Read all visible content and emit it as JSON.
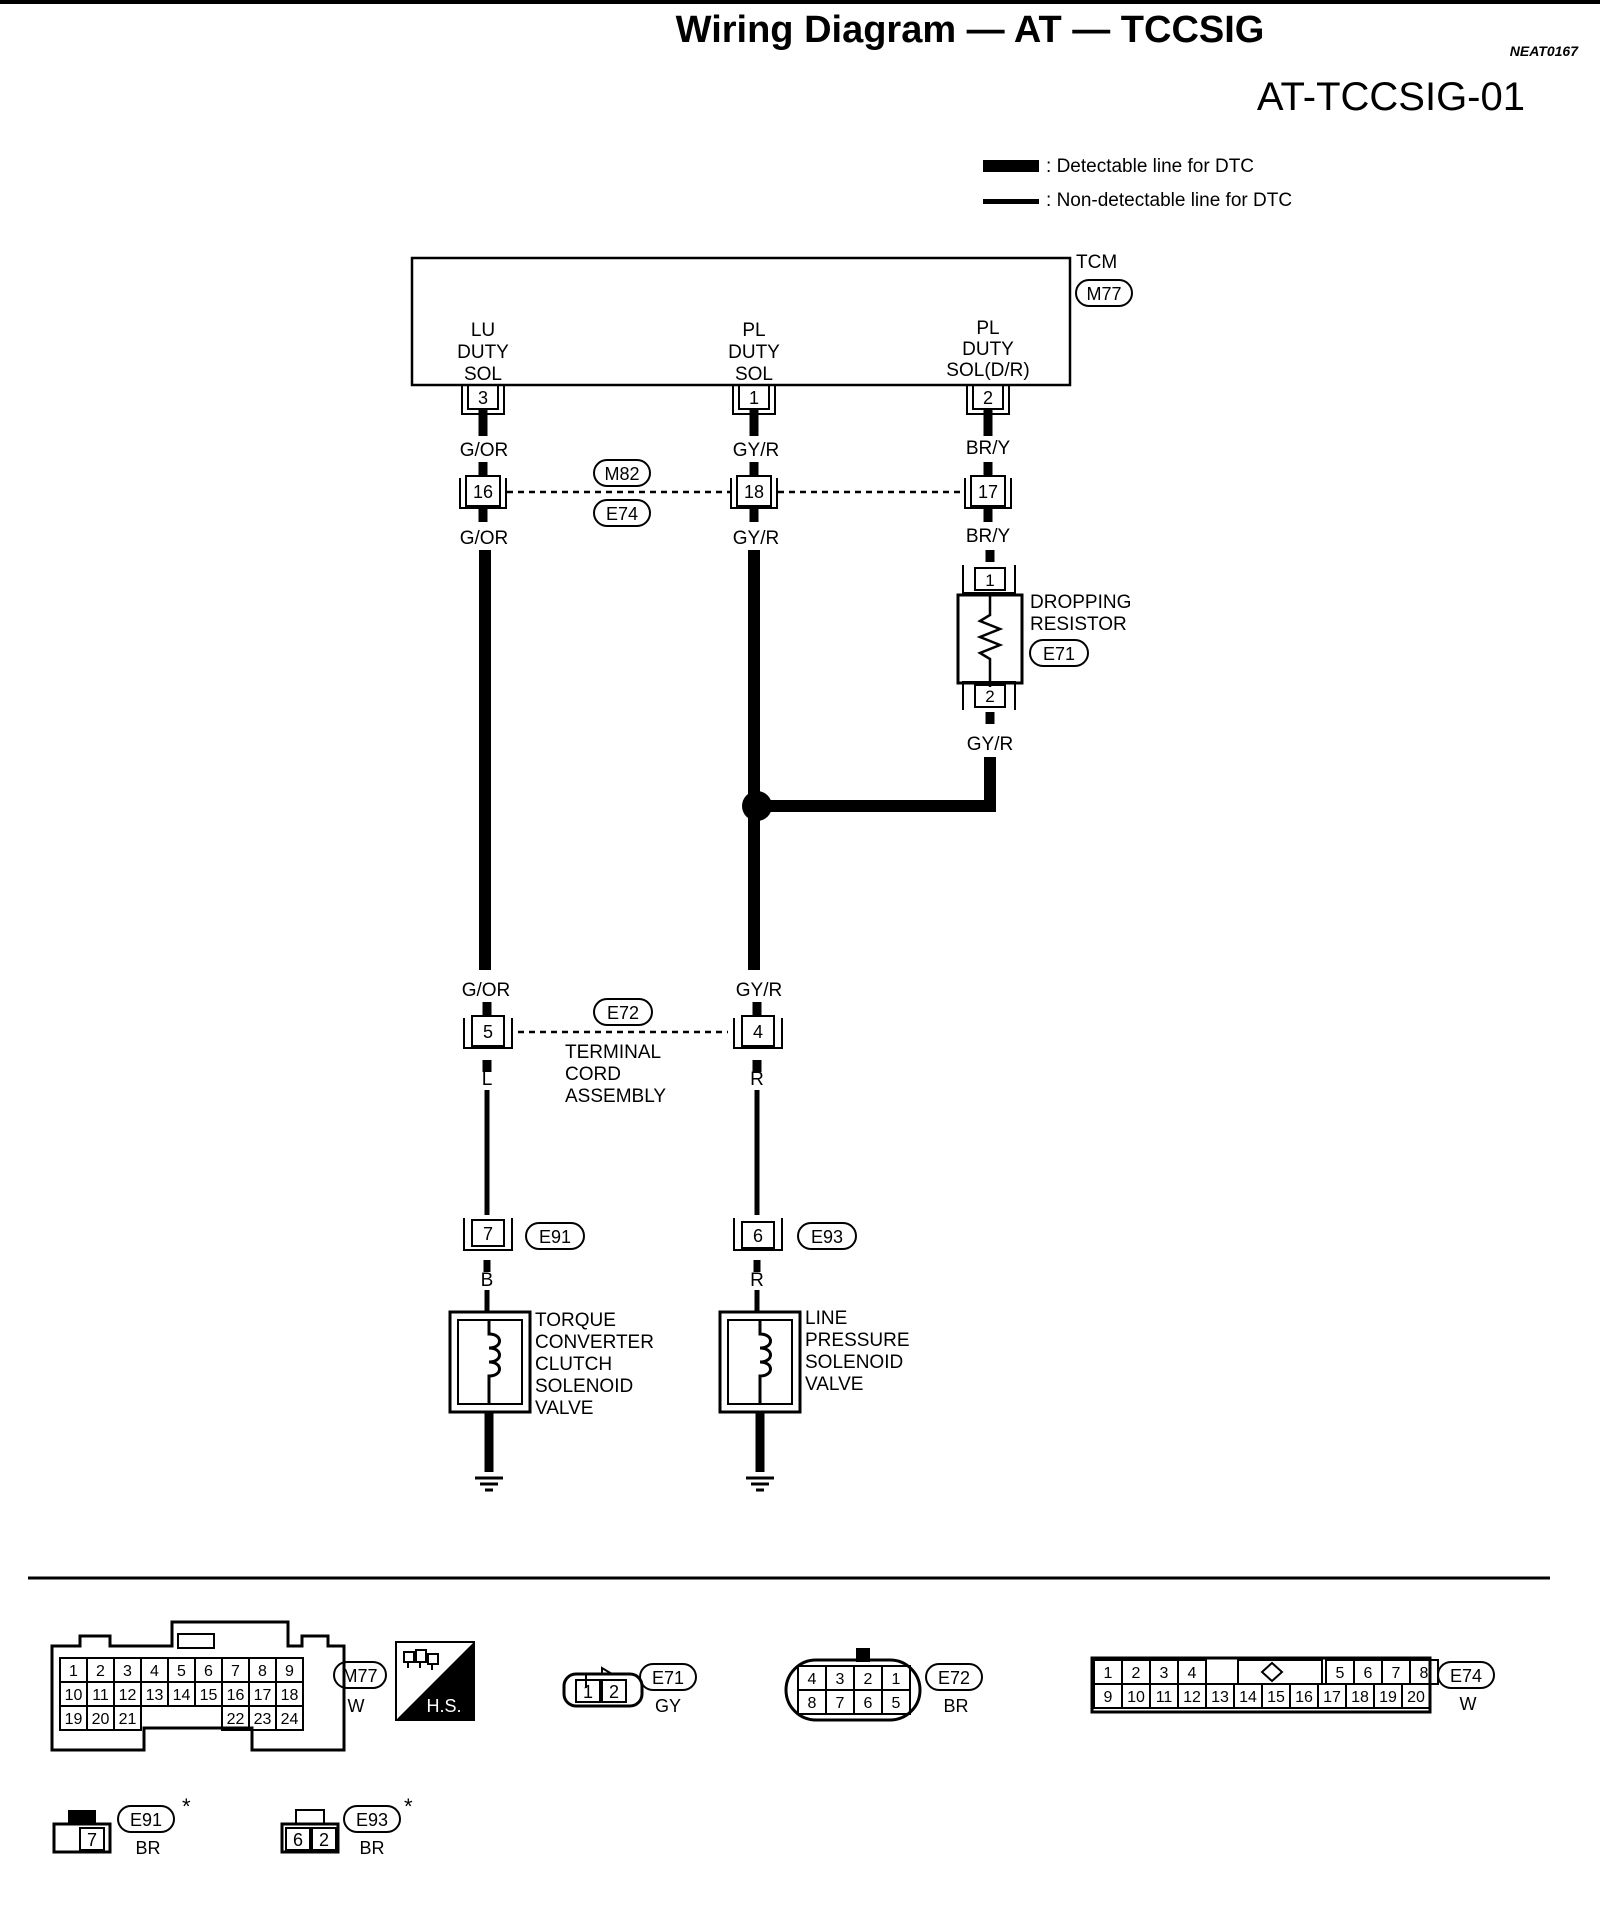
{
  "header": {
    "title": "Wiring Diagram — AT — TCCSIG",
    "ref_code": "NEAT0167",
    "diagram_id": "AT-TCCSIG-01"
  },
  "legend": {
    "detectable": "Detectable line for DTC",
    "non_detectable": "Non-detectable line for DTC"
  },
  "tcm": {
    "name": "TCM",
    "connector": "M77",
    "pins": [
      {
        "lines": [
          "LU",
          "DUTY",
          "SOL"
        ],
        "pin": "3"
      },
      {
        "lines": [
          "PL",
          "DUTY",
          "SOL"
        ],
        "pin": "1"
      },
      {
        "lines": [
          "PL",
          "DUTY",
          "SOL(D/R)"
        ],
        "pin": "2"
      }
    ]
  },
  "wires": {
    "lu_top": "G/OR",
    "pl_top": "GY/R",
    "dr_top": "BR/Y",
    "lu_mid": "G/OR",
    "pl_mid": "GY/R",
    "dr_mid": "BR/Y",
    "dr_after_resistor": "GY/R",
    "lu_pre_e72": "G/OR",
    "pl_pre_e72": "GY/R",
    "lu_post_e72": "L",
    "pl_post_e72": "R",
    "lu_solenoid": "B",
    "pl_solenoid": "R"
  },
  "junction_m82_e74": {
    "connector_a": "M82",
    "connector_b": "E74",
    "pins": [
      "16",
      "18",
      "17"
    ]
  },
  "dropping_resistor": {
    "label_lines": [
      "DROPPING",
      "RESISTOR"
    ],
    "connector": "E71",
    "pin_top": "1",
    "pin_bottom": "2"
  },
  "terminal_cord": {
    "connector": "E72",
    "label_lines": [
      "TERMINAL",
      "CORD",
      "ASSEMBLY"
    ],
    "pins": [
      "5",
      "4"
    ]
  },
  "solenoid_connectors": [
    {
      "connector": "E91",
      "pin": "7"
    },
    {
      "connector": "E93",
      "pin": "6"
    }
  ],
  "tcc_solenoid": {
    "label_lines": [
      "TORQUE",
      "CONVERTER",
      "CLUTCH",
      "SOLENOID",
      "VALVE"
    ]
  },
  "lp_solenoid": {
    "label_lines": [
      "LINE",
      "PRESSURE",
      "SOLENOID",
      "VALVE"
    ]
  },
  "connector_views": {
    "m77": {
      "name": "M77",
      "color": "W",
      "rows": [
        [
          "1",
          "2",
          "3",
          "4",
          "5",
          "6",
          "7",
          "8",
          "9"
        ],
        [
          "10",
          "11",
          "12",
          "13",
          "14",
          "15",
          "16",
          "17",
          "18"
        ],
        [
          "19",
          "20",
          "21",
          "22",
          "23",
          "24"
        ]
      ]
    },
    "hs": {
      "label": "H.S."
    },
    "e71": {
      "name": "E71",
      "color": "GY",
      "cells": [
        "1",
        "2"
      ]
    },
    "e72": {
      "name": "E72",
      "color": "BR",
      "rows": [
        [
          "4",
          "3",
          "2",
          "1"
        ],
        [
          "8",
          "7",
          "6",
          "5"
        ]
      ]
    },
    "e74": {
      "name": "E74",
      "color": "W",
      "row1_left": [
        "1",
        "2",
        "3",
        "4"
      ],
      "row1_right": [
        "5",
        "6",
        "7",
        "8"
      ],
      "row2": [
        "9",
        "10",
        "11",
        "12",
        "13",
        "14",
        "15",
        "16",
        "17",
        "18",
        "19",
        "20"
      ]
    },
    "e91": {
      "name": "E91",
      "color": "BR",
      "cell": "7",
      "star": "*"
    },
    "e93": {
      "name": "E93",
      "color": "BR",
      "cells": [
        "6",
        "2"
      ],
      "star": "*"
    }
  }
}
